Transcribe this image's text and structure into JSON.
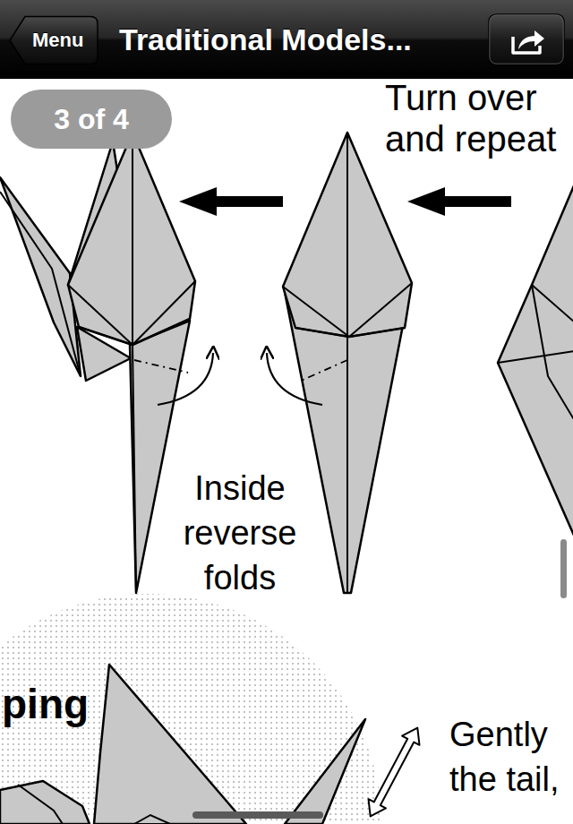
{
  "diagram": {
    "nodes": [
      {
        "text": [
          "Traditional Models..."
        ]
      },
      {
        "text": [
          "Menu"
        ],
        "in": 0
      },
      {
        "text": [
          "3 of 4"
        ]
      }
    ],
    "labels": [
      "Turn over and repeat",
      "Inside reverse folds",
      "ping",
      "Gently the tail,"
    ]
  }
}
